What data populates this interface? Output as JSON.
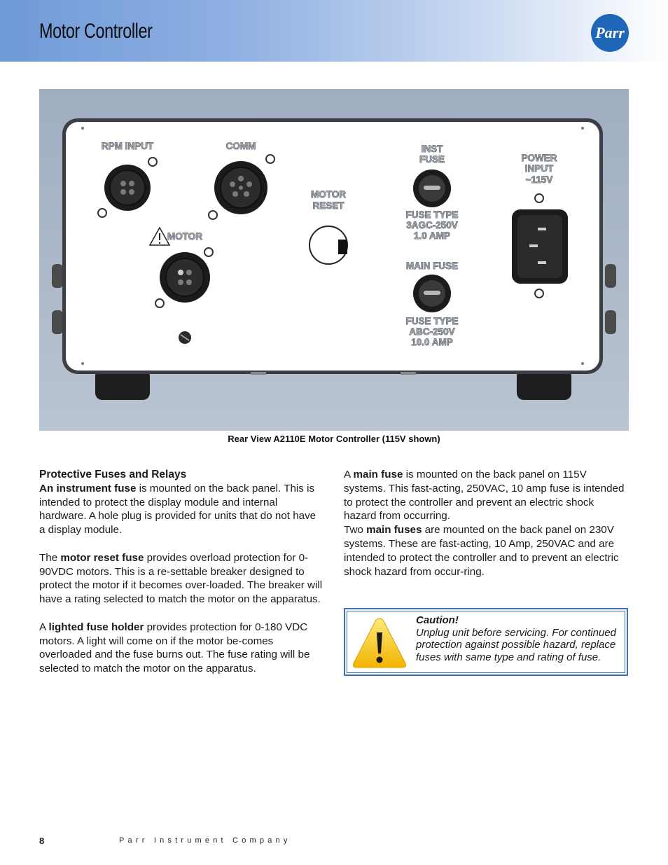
{
  "header": {
    "title": "Motor Controller",
    "logo_text": "Parr"
  },
  "figure": {
    "caption": "Rear View A2110E Motor Controller (115V shown)",
    "labels": {
      "rpm_input": "RPM INPUT",
      "comm": "COMM",
      "motor": "MOTOR",
      "motor_reset_1": "MOTOR",
      "motor_reset_2": "RESET",
      "inst_fuse_1": "INST",
      "inst_fuse_2": "FUSE",
      "fuse_type_a_1": "FUSE TYPE",
      "fuse_type_a_2": "3AGC-250V",
      "fuse_type_a_3": "1.0 AMP",
      "main_fuse": "MAIN FUSE",
      "fuse_type_b_1": "FUSE TYPE",
      "fuse_type_b_2": "ABC-250V",
      "fuse_type_b_3": "10.0 AMP",
      "power_1": "POWER",
      "power_2": "INPUT",
      "power_3": "~115V"
    }
  },
  "left": {
    "heading": "Protective Fuses and Relays",
    "p1_bold": "An instrument fuse",
    "p1_rest": " is mounted on the back panel. This is intended to protect the display module and internal hardware.  A hole plug is provided for units that do not have a display module.",
    "p2_pre": "The ",
    "p2_bold": "motor reset fuse",
    "p2_rest": " provides overload protection for 0-90VDC motors.  This is a re-settable breaker designed to protect the motor if it becomes over-loaded.  The breaker will have a rating selected to match the motor on the apparatus.",
    "p3_pre": "A ",
    "p3_bold": "lighted fuse holder",
    "p3_rest": " provides protection for 0-180 VDC motors.  A light will come on if the motor be-comes overloaded and the fuse burns out.  The fuse rating will be selected to match the motor on the apparatus."
  },
  "right": {
    "p1_pre": "A ",
    "p1_bold": "main fuse",
    "p1_rest": " is mounted on the back panel on 115V systems.  This fast-acting, 250VAC, 10 amp fuse is intended to protect the controller and prevent an electric shock hazard from occurring.",
    "p2_pre": "Two ",
    "p2_bold": "main fuses",
    "p2_rest": " are mounted on the back panel on 230V systems.  These are fast-acting, 10 Amp, 250VAC and are intended to protect the controller and to prevent an electric shock hazard from occur-ring."
  },
  "caution": {
    "title": "Caution!",
    "body": "Unplug unit before servicing. For continued protection against possible hazard, replace fuses with same type and rating of fuse."
  },
  "footer": {
    "page_number": "8",
    "company": "Parr Instrument Company"
  },
  "colors": {
    "header_blue": "#6f9ad8",
    "caution_border": "#3e6fc0",
    "logo_blue": "#1f66b8"
  }
}
